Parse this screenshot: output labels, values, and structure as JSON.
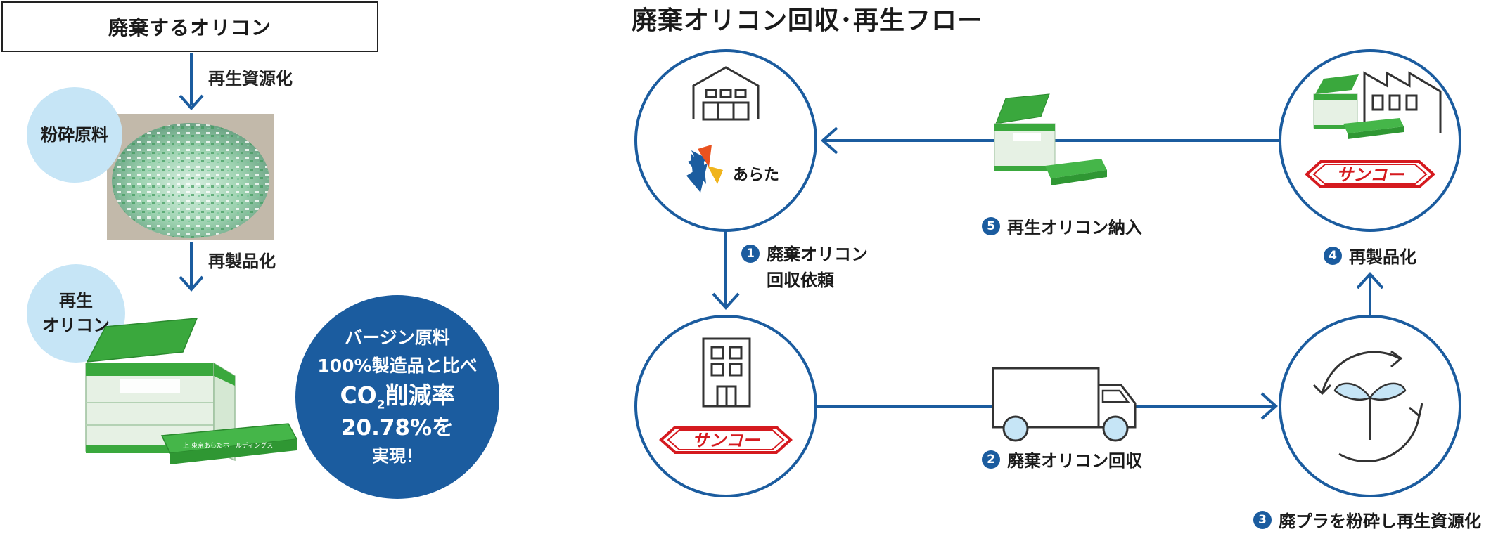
{
  "left": {
    "box_title": "廃棄するオリコン",
    "step1_label": "再生資源化",
    "step2_label": "再製品化",
    "bubble1": "粉砕原料",
    "bubble2_line1": "再生",
    "bubble2_line2": "オリコン",
    "callout": {
      "line1": "バージン原料",
      "line2": "100%製造品と比べ",
      "co": "CO",
      "sub": "2",
      "line3_rest": "削減率",
      "line4": "20.78%を",
      "line5": "実現！"
    },
    "crate_label": "上 東京あらたホールディングス"
  },
  "flow": {
    "title": "廃棄オリコン回収･再生フロー",
    "arata_label": "あらた",
    "sanko_label": "サンコー",
    "steps": [
      {
        "num": "1",
        "line1": "廃棄オリコン",
        "line2": "回収依頼"
      },
      {
        "num": "2",
        "label": "廃棄オリコン回収"
      },
      {
        "num": "3",
        "label": "廃プラを粉砕し再生資源化"
      },
      {
        "num": "4",
        "label": "再製品化"
      },
      {
        "num": "5",
        "label": "再生オリコン納入"
      }
    ]
  },
  "colors": {
    "accent_blue": "#1b5c9f",
    "light_blue": "#c6e5f6",
    "green": "#3aa83d",
    "red": "#d51a1f"
  }
}
